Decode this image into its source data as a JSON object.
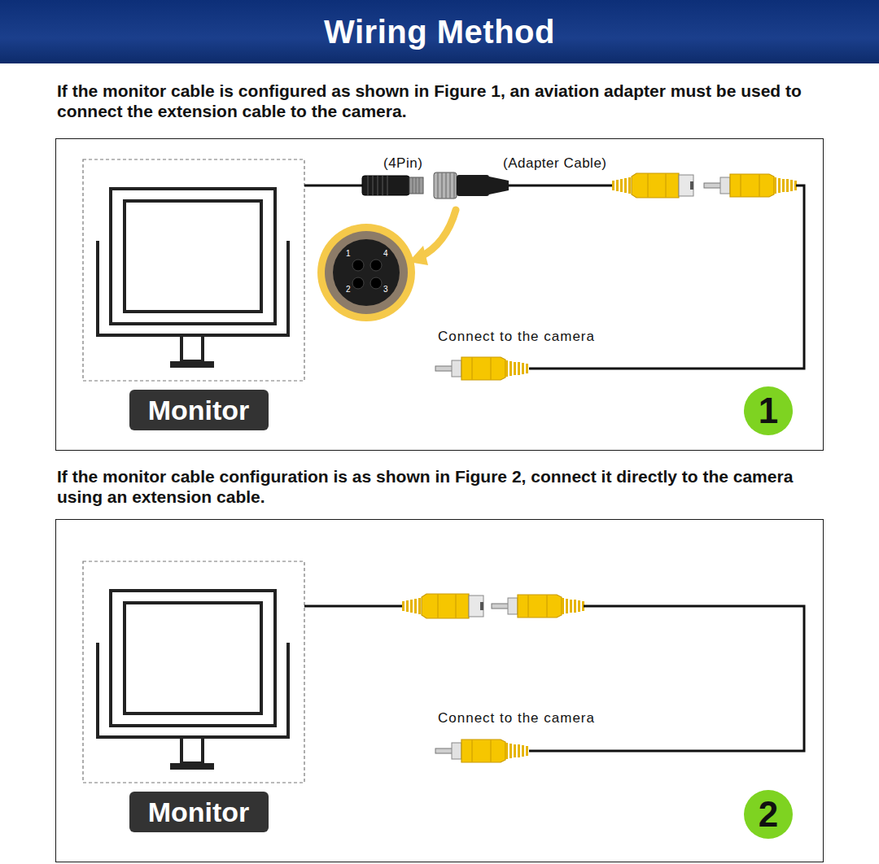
{
  "diagram": {
    "title": "Wiring Method",
    "nodes": [
      {
        "text": [
          "If the monitor cable is configured as shown in Figure 1, an aviation adapter must be used to connect the extension cable to the camera."
        ]
      },
      {
        "text": [
          "Monitor"
        ],
        "in": 0
      },
      {
        "text": [
          "1"
        ],
        "in": 0
      },
      {
        "text": [
          "If the monitor cable configuration is as shown in Figure 2, connect it directly to the camera using an extension cable."
        ]
      },
      {
        "text": [
          "Monitor"
        ],
        "in": 3
      },
      {
        "text": [
          "2"
        ],
        "in": 3
      }
    ],
    "labels": [
      "(4Pin)",
      "1",
      "4",
      "2",
      "3",
      "(Adapter Cable)",
      "Connect to the camera",
      "Connect to the camera"
    ]
  }
}
